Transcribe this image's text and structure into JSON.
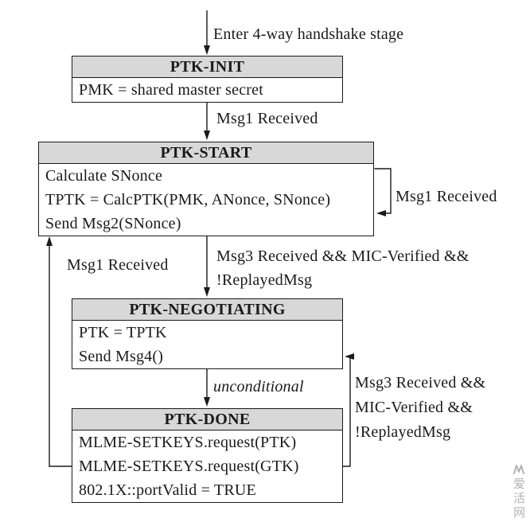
{
  "states": {
    "ptk_init": {
      "title": "PTK-INIT",
      "lines": [
        "PMK = shared master secret"
      ]
    },
    "ptk_start": {
      "title": "PTK-START",
      "lines": [
        "Calculate SNonce",
        "TPTK = CalcPTK(PMK, ANonce, SNonce)",
        "Send Msg2(SNonce)"
      ]
    },
    "ptk_negotiating": {
      "title": "PTK-NEGOTIATING",
      "lines": [
        "PTK = TPTK",
        "Send Msg4()"
      ]
    },
    "ptk_done": {
      "title": "PTK-DONE",
      "lines": [
        "MLME-SETKEYS.request(PTK)",
        "MLME-SETKEYS.request(GTK)",
        "802.1X::portValid = TRUE"
      ]
    }
  },
  "labels": {
    "enter": "Enter 4-way handshake stage",
    "msg1_top": "Msg1 Received",
    "msg1_self_loop": "Msg1 Received",
    "msg1_left_return": "Msg1 Received",
    "msg3_mid_line1": "Msg3 Received && MIC-Verified &&",
    "msg3_mid_line2": "!ReplayedMsg",
    "unconditional": "unconditional",
    "msg3_right_line1": "Msg3 Received &&",
    "msg3_right_line2": "MIC-Verified &&",
    "msg3_right_line3": "!ReplayedMsg"
  },
  "watermark": {
    "text": "爱活网"
  },
  "colors": {
    "box_header_bg": "#d8d8d8",
    "line": "#1a1a1a",
    "watermark": "#b3b3b3"
  }
}
